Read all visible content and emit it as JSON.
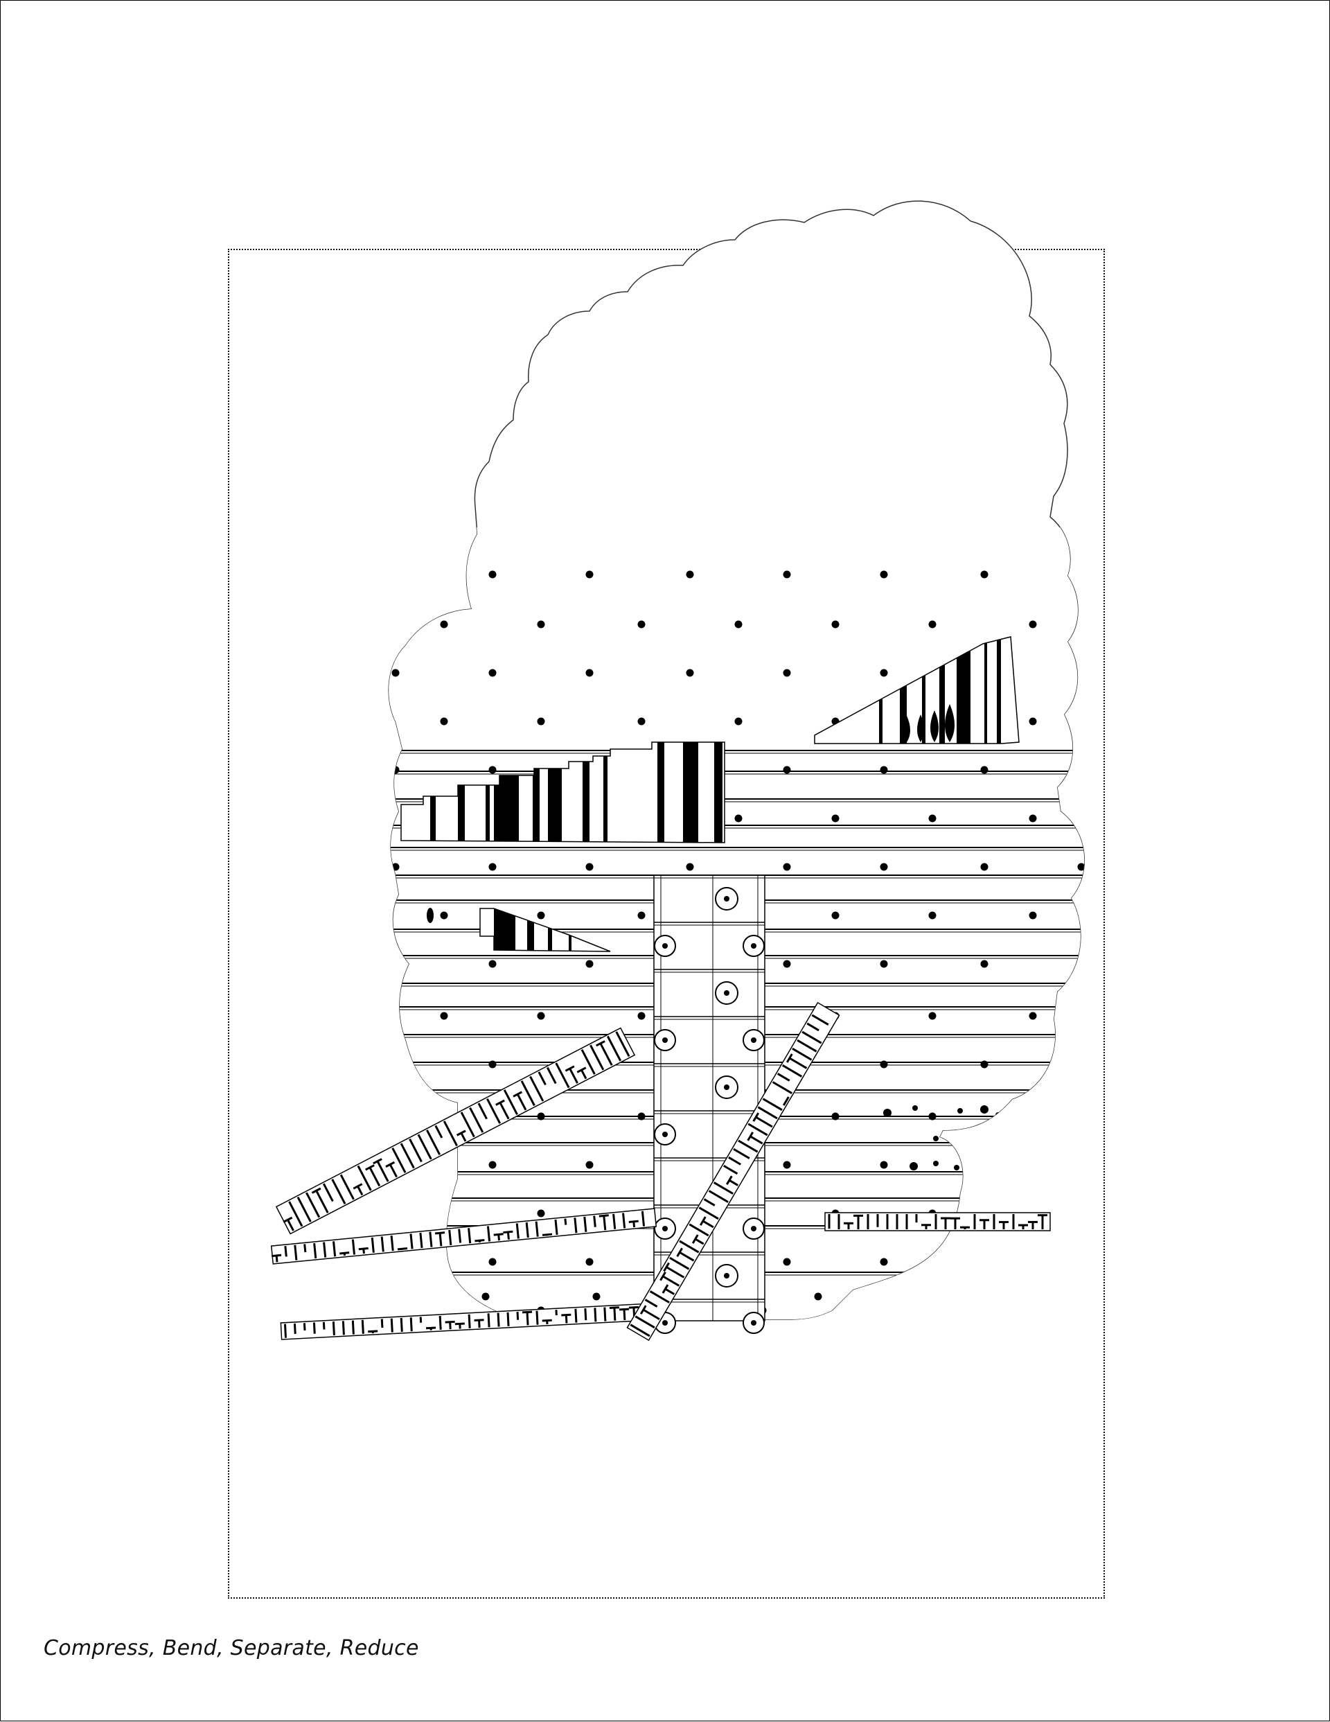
{
  "caption": "Compress, Bend, Separate, Reduce",
  "colors": {
    "ink": "#000000",
    "paper": "#ffffff"
  },
  "patterns": [
    "dots",
    "horizontal-lines",
    "vertical-stripes",
    "circle-grid",
    "maze-hatch",
    "tree-silhouettes"
  ]
}
